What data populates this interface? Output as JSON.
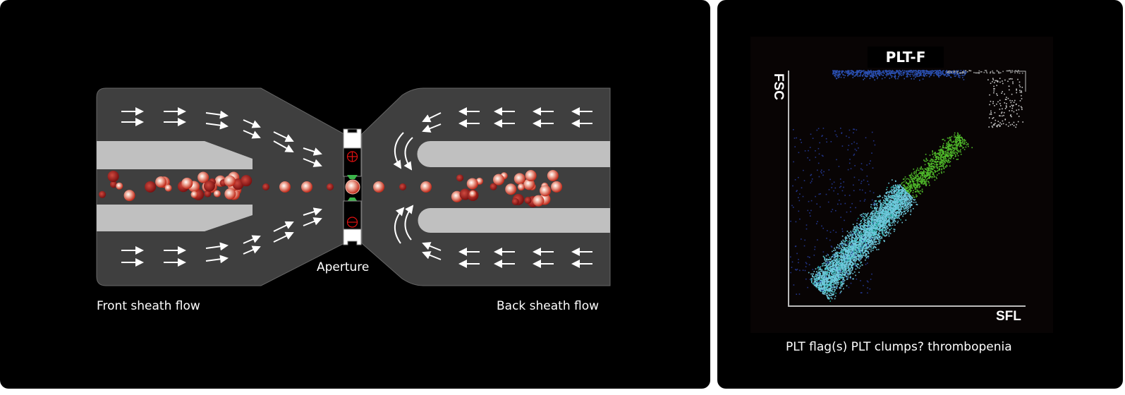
{
  "diagram": {
    "labels": {
      "aperture": "Aperture",
      "front_sheath_flow": "Front sheath flow",
      "back_sheath_flow": "Back sheath flow"
    },
    "electrodes": {
      "positive": "+",
      "negative": "−"
    },
    "colors": {
      "channel": "#3f3f3f",
      "bar": "#c0c0c0",
      "cell": "#c8301e",
      "sensor": "#3bb54a"
    }
  },
  "scatter": {
    "title": "PLT-F",
    "y_axis": "FSC",
    "x_axis": "SFL",
    "caption": "PLT flag(s) PLT clumps?  thrombopenia",
    "colors": {
      "platelets": "#6ec9dc",
      "immature": "#4fb82a",
      "debris": "#2a4fb0",
      "other": "#c8c8c8"
    }
  }
}
